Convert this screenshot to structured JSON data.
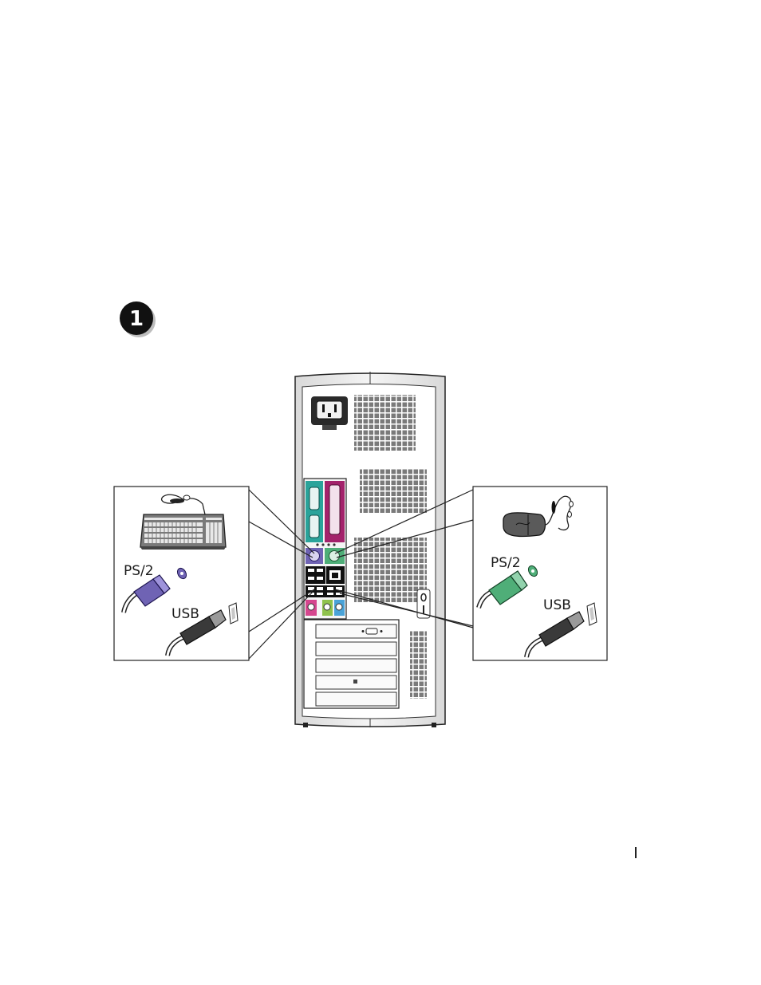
{
  "step": {
    "number": "1"
  },
  "keyboard_panel": {
    "ps2_label": "PS/2",
    "usb_label": "USB"
  },
  "mouse_panel": {
    "ps2_label": "PS/2",
    "usb_label": "USB"
  },
  "colors": {
    "keyboard_port": "#6f63b4",
    "mouse_port": "#4fae78",
    "serial_port": "#2aa39a",
    "parallel_port": "#a3226b",
    "audio_line_in": "#4aa3d8",
    "audio_line_out": "#8fc24c",
    "audio_mic": "#d5468e"
  }
}
